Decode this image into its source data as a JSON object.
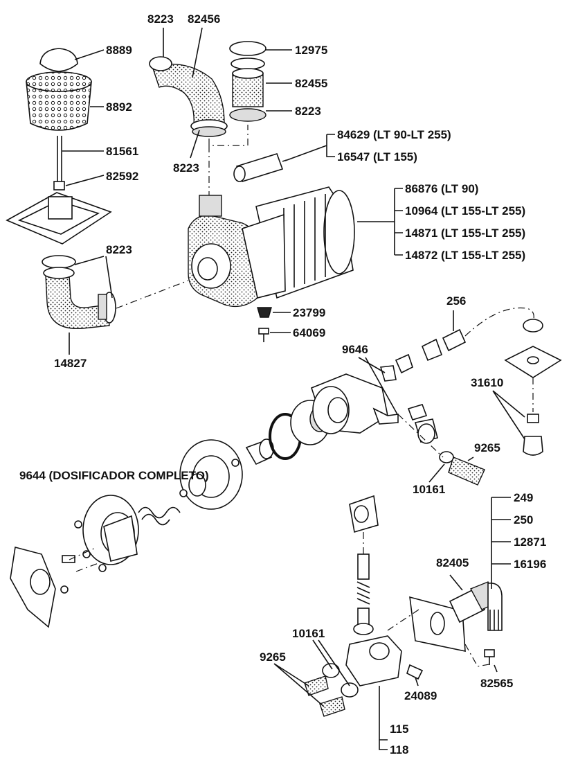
{
  "labels": {
    "l8889": "8889",
    "l8892": "8892",
    "l81561": "81561",
    "l82592": "82592",
    "l8223_left": "8223",
    "l14827": "14827",
    "l8223_top": "8223",
    "l82456": "82456",
    "l8223_mid": "8223",
    "l12975": "12975",
    "l82455": "82455",
    "l8223_right": "8223",
    "l84629": "84629 (LT 90-LT 255)",
    "l16547": "16547 (LT 155)",
    "l86876": "86876 (LT 90)",
    "l10964": "10964 (LT 155-LT 255)",
    "l14871": "14871 (LT 155-LT 255)",
    "l14872": "14872 (LT 155-LT 255)",
    "l23799": "23799",
    "l64069": "64069",
    "l256": "256",
    "l9646": "9646",
    "l31610": "31610",
    "l9265_top": "9265",
    "l10161_top": "10161",
    "l9644": "9644 (DOSIFICADOR COMPLETO)",
    "l249": "249",
    "l250": "250",
    "l12871": "12871",
    "l16196": "16196",
    "l82405": "82405",
    "l82565": "82565",
    "l10161_bottom": "10161",
    "l9265_bottom": "9265",
    "l24089": "24089",
    "l115": "115",
    "l118": "118"
  }
}
